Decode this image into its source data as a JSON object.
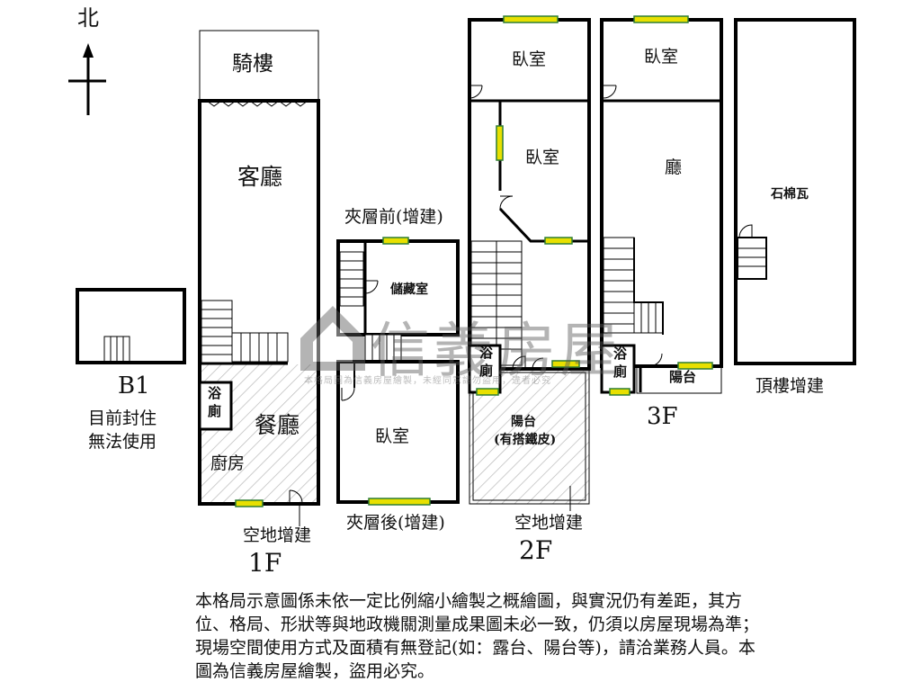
{
  "compass": {
    "north_label": "北"
  },
  "floors": {
    "b1": {
      "title": "B1",
      "status_line1": "目前封住",
      "status_line2": "無法使用"
    },
    "f1": {
      "title": "1F",
      "arcade": "騎樓",
      "living_room": "客廳",
      "dining_room": "餐廳",
      "kitchen": "廚房",
      "bathroom_1": "浴",
      "bathroom_2": "廁",
      "yard_extension": "空地增建"
    },
    "mezzanine": {
      "front_label": "夾層前(增建)",
      "storage": "儲藏室",
      "bedroom": "臥室",
      "rear_label": "夾層後(增建)"
    },
    "f2": {
      "title": "2F",
      "bedroom_top": "臥室",
      "bedroom_mid": "臥室",
      "bathroom_1": "浴",
      "bathroom_2": "廁",
      "balcony": "陽台",
      "balcony_note": "(有搭鐵皮)",
      "yard_extension": "空地增建"
    },
    "f3": {
      "title": "3F",
      "bedroom": "臥室",
      "hall": "廳",
      "bathroom_1": "浴",
      "bathroom_2": "廁",
      "balcony": "陽台"
    },
    "roof": {
      "asbestos_tile": "石棉瓦",
      "label": "頂樓增建"
    }
  },
  "watermark": {
    "brand": "信義房屋",
    "note": "本格局圖為信義房屋繪製，未經同意請勿盜用，違者必究"
  },
  "disclaimer": "本格局示意圖係未依一定比例縮小繪製之概繪圖，與實況仍有差距，其方位、格局、形狀等與地政機關測量成果圖未必一致，仍須以房屋現場為準；現場空間使用方式及面積有無登記(如：露台、陽台等)，請洽業務人員。本圖為信義房屋繪製，盜用必究。",
  "colors": {
    "wall": "#000000",
    "window": "#e8e000",
    "window_frame": "#2e7d32",
    "hatch": "#bdbdbd"
  }
}
